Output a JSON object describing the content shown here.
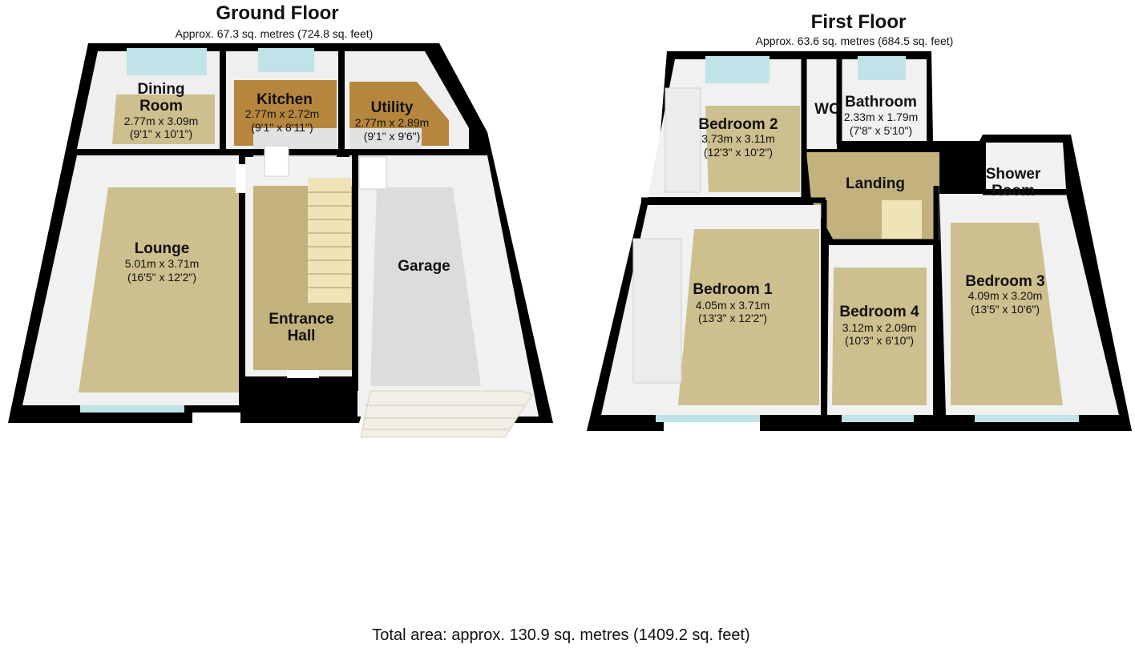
{
  "ground_floor": {
    "title": "Ground Floor",
    "area": "Approx. 67.3 sq. metres (724.8 sq. feet)",
    "rooms": {
      "dining": {
        "name_1": "Dining",
        "name_2": "Room",
        "metric": "2.77m x 3.09m",
        "imperial": "(9'1\" x 10'1\")"
      },
      "kitchen": {
        "name": "Kitchen",
        "metric": "2.77m x 2.72m",
        "imperial": "(9'1\" x 8'11\")"
      },
      "utility": {
        "name": "Utility",
        "metric": "2.77m x 2.89m",
        "imperial": "(9'1\" x 9'6\")"
      },
      "lounge": {
        "name": "Lounge",
        "metric": "5.01m x 3.71m",
        "imperial": "(16'5\" x 12'2\")"
      },
      "entrance": {
        "name_1": "Entrance",
        "name_2": "Hall"
      },
      "garage": {
        "name": "Garage"
      }
    }
  },
  "first_floor": {
    "title": "First Floor",
    "area": "Approx. 63.6 sq. metres (684.5 sq. feet)",
    "rooms": {
      "bedroom2": {
        "name": "Bedroom 2",
        "metric": "3.73m x 3.11m",
        "imperial": "(12'3\" x 10'2\")"
      },
      "wc": {
        "name": "WC"
      },
      "bathroom": {
        "name": "Bathroom",
        "metric": "2.33m x 1.79m",
        "imperial": "(7'8\" x 5'10\")"
      },
      "landing": {
        "name": "Landing"
      },
      "shower": {
        "name_1": "Shower",
        "name_2": "Room"
      },
      "bedroom1": {
        "name": "Bedroom 1",
        "metric": "4.05m x 3.71m",
        "imperial": "(13'3\" x 12'2\")"
      },
      "bedroom4": {
        "name": "Bedroom 4",
        "metric": "3.12m x 2.09m",
        "imperial": "(10'3\" x 6'10\")"
      },
      "bedroom3": {
        "name": "Bedroom 3",
        "metric": "4.09m x 3.20m",
        "imperial": "(13'5\" x 10'6\")"
      }
    }
  },
  "total_area": "Total area: approx. 130.9 sq. metres (1409.2 sq. feet)",
  "colors": {
    "wall": "#000000",
    "carpet": "#cdbf8e",
    "wall_face": "#f1f1f1",
    "wood_floor": "#b7863e",
    "tile_floor": "#e2e2e2",
    "garage_floor": "#dcdcdc",
    "window": "#bfe3e8",
    "door": "#ffffff"
  }
}
